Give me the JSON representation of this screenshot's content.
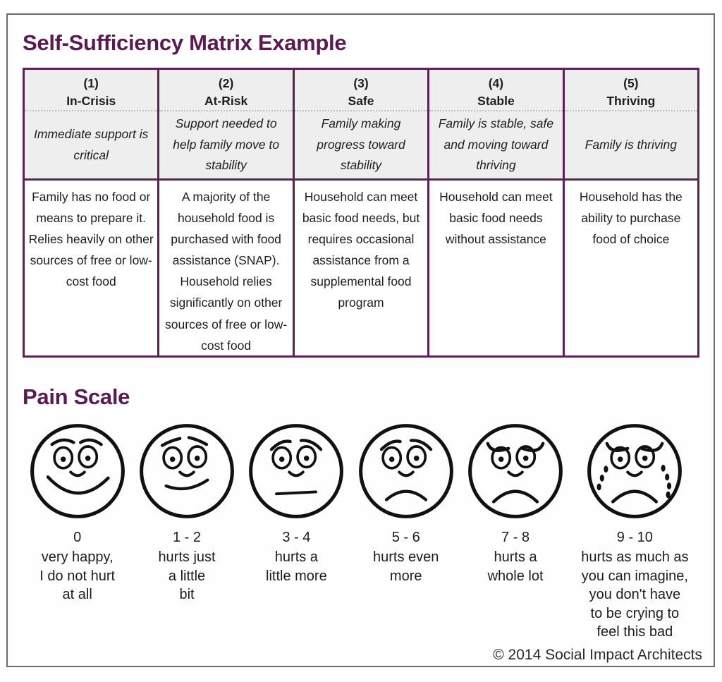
{
  "matrix": {
    "title": "Self-Sufficiency Matrix Example",
    "columns": [
      {
        "number": "(1)",
        "name": "In-Crisis",
        "subtitle": "Immediate support is critical",
        "body": "Family has no food or means to prepare it. Relies heavily on other sources of free or low-cost food"
      },
      {
        "number": "(2)",
        "name": "At-Risk",
        "subtitle": "Support needed to help family move to stability",
        "body": "A majority of the household food is purchased with food assistance (SNAP). Household relies significantly on other sources of free or low-cost food"
      },
      {
        "number": "(3)",
        "name": "Safe",
        "subtitle": "Family making progress toward stability",
        "body": "Household can meet basic food needs, but requires occasional assistance from a supplemental food program"
      },
      {
        "number": "(4)",
        "name": "Stable",
        "subtitle": "Family is stable, safe and moving toward thriving",
        "body": "Household can meet basic food needs without assistance"
      },
      {
        "number": "(5)",
        "name": "Thriving",
        "subtitle": "Family is thriving",
        "body": "Household has the ability to purchase food of choice"
      }
    ]
  },
  "pain_scale": {
    "title": "Pain Scale",
    "levels": [
      {
        "rating": "0",
        "description": "very happy,\nI do not hurt\nat all",
        "expression": "very-happy",
        "icon": "smiling-face-icon"
      },
      {
        "rating": "1 - 2",
        "description": "hurts just\na little\nbit",
        "expression": "happy",
        "icon": "slight-smile-face-icon"
      },
      {
        "rating": "3 - 4",
        "description": "hurts a\nlittle more",
        "expression": "neutral",
        "icon": "neutral-face-icon"
      },
      {
        "rating": "5 - 6",
        "description": "hurts even\nmore",
        "expression": "sad",
        "icon": "frowning-face-icon"
      },
      {
        "rating": "7 - 8",
        "description": "hurts a\nwhole lot",
        "expression": "very-sad",
        "icon": "sad-face-icon"
      },
      {
        "rating": "9 - 10",
        "description": "hurts as much as\nyou can imagine,\nyou don't have\nto be crying to\nfeel this bad",
        "expression": "crying",
        "icon": "crying-face-icon"
      }
    ]
  },
  "footer": {
    "copyright": "© 2014 Social Impact Architects"
  },
  "colors": {
    "accent_purple": "#5b1b51",
    "table_border": "#5e2156",
    "header_cell_bg": "#efeeef",
    "text": "#1d1d1d",
    "outer_border": "#6b6b6b"
  }
}
